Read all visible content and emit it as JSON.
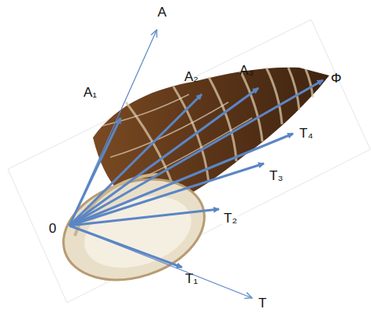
{
  "diagram": {
    "labels": [
      "A",
      "A₁",
      "A₂",
      "A₃",
      "Φ",
      "T₄",
      "T₃",
      "T₂",
      "T₁",
      "T",
      "0"
    ]
  }
}
